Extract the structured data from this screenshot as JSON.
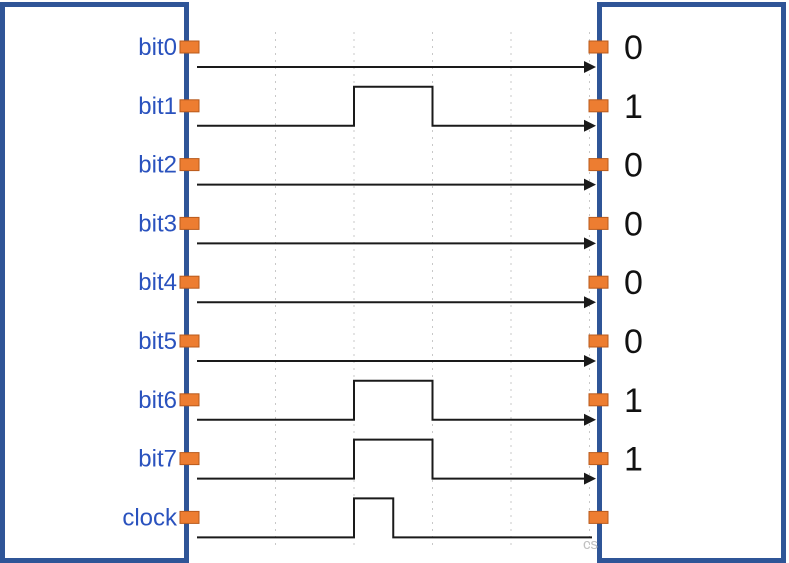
{
  "signals": [
    {
      "name": "bit0",
      "high": [],
      "output": "0"
    },
    {
      "name": "bit1",
      "high": [
        [
          2,
          3
        ]
      ],
      "output": "1"
    },
    {
      "name": "bit2",
      "high": [],
      "output": "0"
    },
    {
      "name": "bit3",
      "high": [],
      "output": "0"
    },
    {
      "name": "bit4",
      "high": [],
      "output": "0"
    },
    {
      "name": "bit5",
      "high": [],
      "output": "0"
    },
    {
      "name": "bit6",
      "high": [
        [
          2,
          3
        ]
      ],
      "output": "1"
    },
    {
      "name": "bit7",
      "high": [
        [
          2,
          3
        ]
      ],
      "output": "1"
    },
    {
      "name": "clock",
      "high": [
        [
          2,
          2.5
        ]
      ],
      "output": ""
    }
  ],
  "time_slots": 5,
  "watermark": "cs",
  "colors": {
    "frame": "#2f5597",
    "pin": "#ed7d31",
    "label": "#2a52be",
    "signal": "#1a1a1a"
  }
}
